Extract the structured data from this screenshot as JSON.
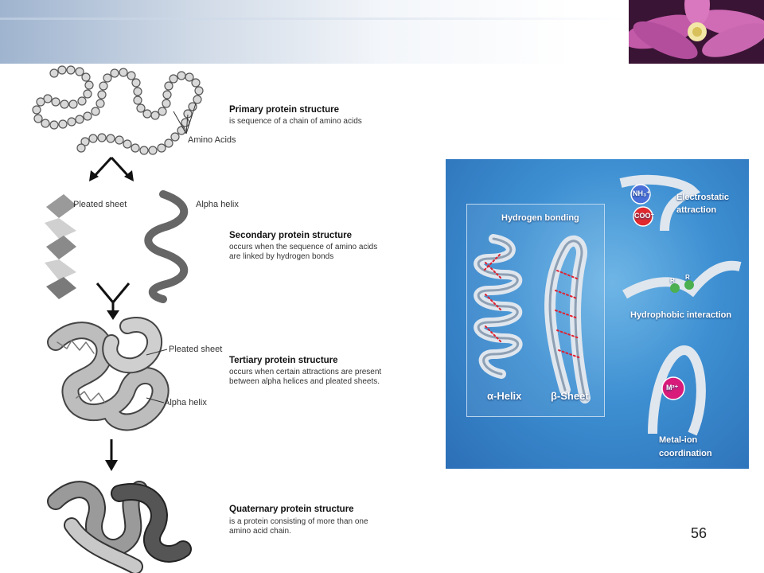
{
  "slide": {
    "page_number": "56"
  },
  "left_diagram": {
    "primary": {
      "title": "Primary protein structure",
      "desc_lines": [
        "is sequence of a chain of amino acids"
      ],
      "label_amino": "Amino Acids"
    },
    "secondary": {
      "label_sheet": "Pleated sheet",
      "label_helix": "Alpha helix",
      "title": "Secondary protein structure",
      "desc_lines": [
        "occurs when the sequence of amino acids",
        "are linked by hydrogen bonds"
      ]
    },
    "tertiary": {
      "label_sheet": "Pleated sheet",
      "label_helix": "Alpha helix",
      "title": "Tertiary protein structure",
      "desc_lines": [
        "occurs when certain attractions are present",
        "between alpha helices and pleated sheets."
      ]
    },
    "quaternary": {
      "title": "Quaternary protein structure",
      "desc_lines": [
        "is a protein consisting of more than one",
        "amino acid chain."
      ]
    }
  },
  "right_panel": {
    "hydrogen_bonding": "Hydrogen bonding",
    "alpha_helix": "α-Helix",
    "beta_sheet": "β-Sheet",
    "electrostatic": [
      "Electrostatic",
      "attraction"
    ],
    "nh3": "NH₃⁺",
    "coo": "COO⁻",
    "hydrophobic": "Hydrophobic interaction",
    "r1": "R",
    "r2": "R",
    "metal_ion": [
      "Metal-ion",
      "coordination"
    ],
    "m2": "M²⁺"
  }
}
